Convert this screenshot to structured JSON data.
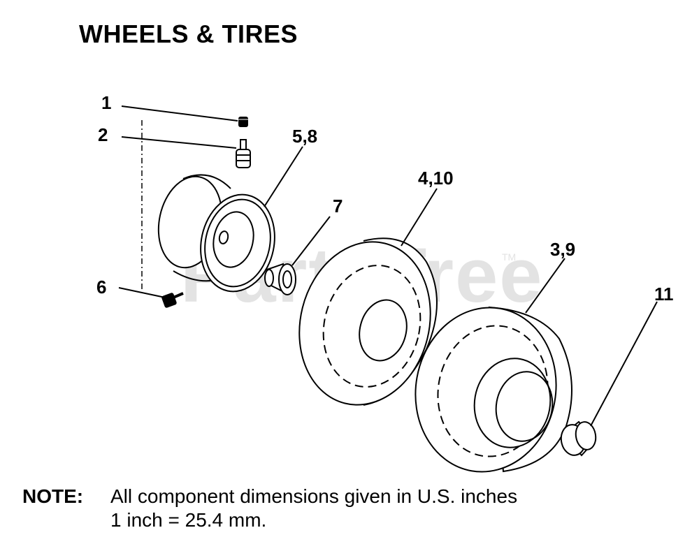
{
  "title": "WHEELS & TIRES",
  "watermark": {
    "text": "PartsTree",
    "trademark": "TM"
  },
  "callouts": {
    "c1": "1",
    "c2": "2",
    "c58": "5,8",
    "c7": "7",
    "c410": "4,10",
    "c39": "3,9",
    "c6": "6",
    "c11": "11"
  },
  "note": {
    "label": "NOTE:",
    "line1": "All component dimensions given in U.S. inches",
    "line2": "1 inch = 25.4 mm."
  },
  "colors": {
    "ink": "#000000",
    "watermark": "#e3e3e3",
    "background": "#ffffff"
  }
}
